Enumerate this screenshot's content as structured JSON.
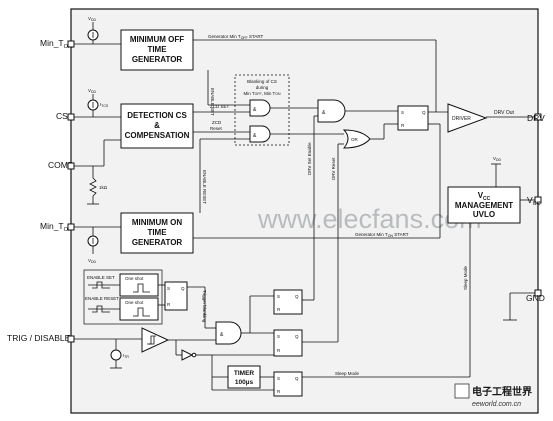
{
  "pins": {
    "min_toff": "Min_T",
    "min_toff_sub": "OFF",
    "cs": "CS",
    "comp": "COMP",
    "min_ton": "Min_T",
    "min_ton_sub": "ON",
    "trig_disable": "TRIG / DISABLE",
    "drv": "DRV",
    "vcc": "V",
    "vcc_sub": "CC",
    "gnd": "GND"
  },
  "blocks": {
    "min_off_time": [
      "MINIMUM OFF",
      "TIME",
      "GENERATOR"
    ],
    "detection_cs": [
      "DETECTION CS",
      "&",
      "COMPENSATION"
    ],
    "min_on_time": [
      "MINIMUM ON",
      "TIME",
      "GENERATOR"
    ],
    "timer": [
      "TIMER",
      "100µs"
    ],
    "uvlo": [
      "V",
      "MANAGEMENT",
      "UVLO"
    ],
    "uvlo_sub": "CC",
    "driver": "DRIVER",
    "one_shot": "One shot"
  },
  "signals": {
    "gen_min_toff_start": "Generator Min T",
    "gen_min_toff_start_sub": "OFF",
    "gen_min_toff_start_end": " START",
    "gen_min_ton_start": "Generator Min T",
    "gen_min_ton_start_sub": "ON",
    "gen_min_ton_start_end": " START",
    "enable_set": "ENABLE SET",
    "enable_reset": "ENABLE RESET",
    "zcd_set": "ZCD SET",
    "zcd": "ZCD",
    "reset": "Reset",
    "blanking_line1": "Blanking of CS",
    "blanking_line2": "during",
    "blanking_line3": "Min T",
    "blanking_line3_a": "OFF",
    "blanking_line3_b": ", Min T",
    "blanking_line3_c": "ON",
    "drv_out": "DRV Out",
    "drv_set_enable": "DRV Set Enable",
    "drv_reset": "DRV Reset",
    "sleep_mode": "Sleep Mode",
    "trigger_blanking": "Trigger blanking",
    "or": "OR",
    "and": "&",
    "vdd": "V",
    "vdd_sub": "DD",
    "i_cs": "I",
    "i_cs_sub": "TCS",
    "resistor": "1kΩ",
    "i_tr": "I",
    "i_tr_sub": "TR"
  },
  "flipflop": {
    "s": "S",
    "r": "R",
    "q": "Q"
  },
  "watermark": "www.elecfans.com",
  "logo": {
    "line1": "电子工程世界",
    "line2": "eeworld.com.cn"
  },
  "colors": {
    "ink": "#111111",
    "frame_fill": "#f2f2f2",
    "watermark": "#8a8f94"
  }
}
